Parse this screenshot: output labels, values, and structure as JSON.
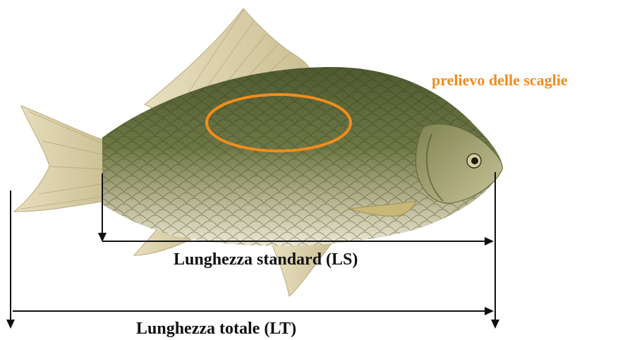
{
  "labels": {
    "scale_sampling": "prelievo delle scaglie",
    "standard_length": "Lunghezza standard (LS)",
    "total_length": "Lunghezza totale (LT)"
  },
  "colors": {
    "scale_sampling_accent": "#f28c1c",
    "measure_lines": "#111111",
    "body_dark": "#5d6a3c",
    "body_light": "#e6e2cf",
    "fin": "#ddd2ad"
  }
}
